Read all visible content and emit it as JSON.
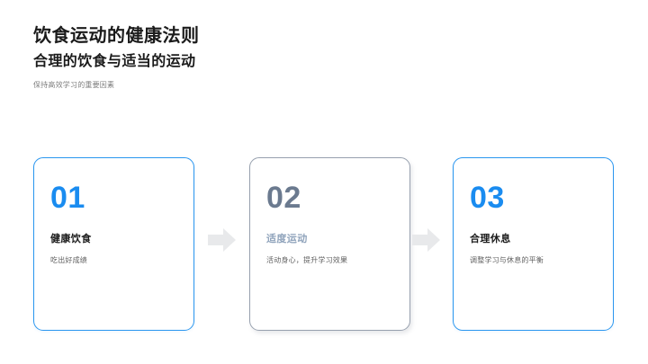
{
  "header": {
    "title": "饮食运动的健康法则",
    "subtitle": "合理的饮食与适当的运动",
    "caption": "保持高效学习的重要因素"
  },
  "theme": {
    "accent_blue": "#1a8cf0",
    "card_border_blue": "#2a96ef",
    "slate": "#6b7a8f",
    "slate_border": "#97a0ae",
    "slate_title": "#8fa3bb",
    "text_dark": "#1b1b1b",
    "text_muted": "#5f5f5f",
    "caption_gray": "#7d7d7d",
    "arrow_gray": "#e8e9eb",
    "background": "#ffffff"
  },
  "cards": [
    {
      "number": "01",
      "title": "健康饮食",
      "description": "吃出好成绩"
    },
    {
      "number": "02",
      "title": "适度运动",
      "description": "活动身心，提升学习效果"
    },
    {
      "number": "03",
      "title": "合理休息",
      "description": "调整学习与休息的平衡"
    }
  ],
  "connectors": [
    {
      "icon": "arrow-right-icon"
    },
    {
      "icon": "arrow-right-icon"
    }
  ]
}
